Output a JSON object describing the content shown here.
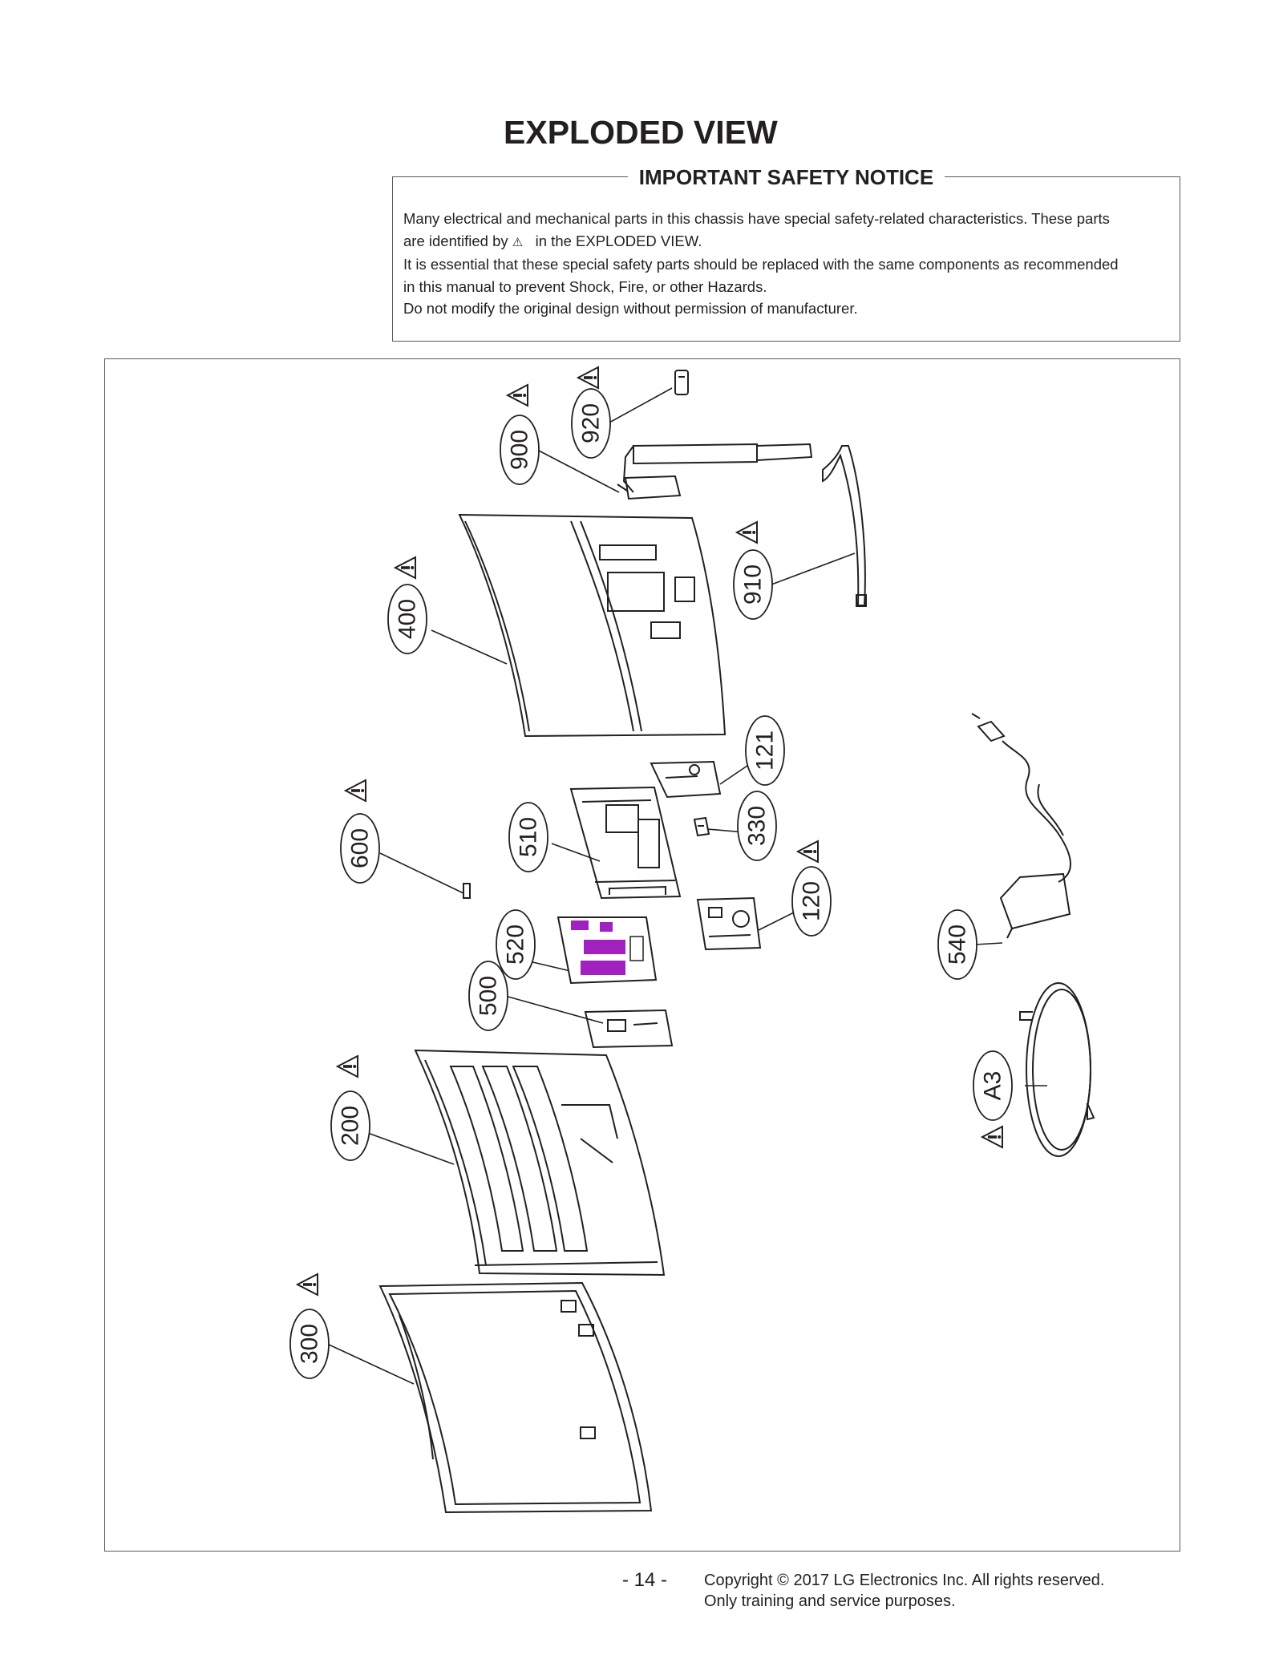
{
  "title": "EXPLODED VIEW",
  "notice": {
    "heading": "IMPORTANT SAFETY NOTICE",
    "line1": "Many electrical and mechanical parts in this chassis have special safety-related characteristics. These parts",
    "line2_a": "are identified by",
    "line2_symbol": "⚠",
    "line2_b": "in the  EXPLODED VIEW.",
    "line3": "It is essential that these special safety parts should be replaced with the same components as recommended",
    "line4": "in this manual to prevent Shock, Fire, or other Hazards.",
    "line5": "Do not modify the original design without permission of manufacturer."
  },
  "part_labels": {
    "p900": "900",
    "p920": "920",
    "p910": "910",
    "p400": "400",
    "p121": "121",
    "p510": "510",
    "p330": "330",
    "p600": "600",
    "p120": "120",
    "p520": "520",
    "p500": "500",
    "p540": "540",
    "pA3": "A3",
    "p200": "200",
    "p300": "300"
  },
  "footer": {
    "page_number": "- 14 -",
    "copyright": "Copyright © 2017    LG Electronics Inc. All rights reserved.",
    "note": "Only training and service purposes."
  },
  "colors": {
    "ink": "#231f20",
    "accent_board": "#a020c0"
  }
}
